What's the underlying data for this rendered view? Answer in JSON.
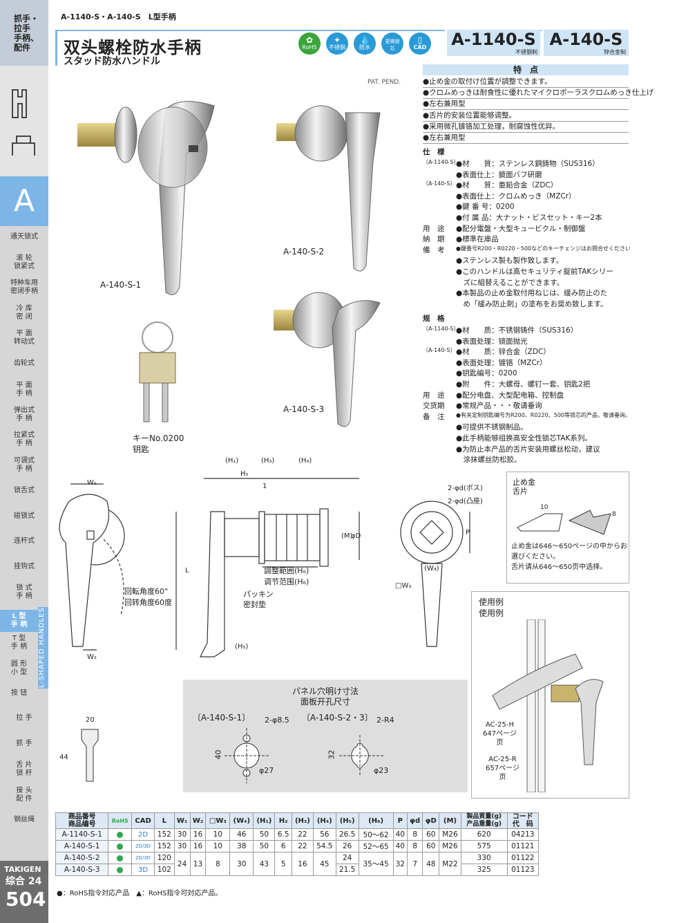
{
  "sidebar": {
    "top_cat": "抓手・拉手\n手柄、配件",
    "letter": "A",
    "items": [
      "通天锁式",
      "滚 轮\n锁紧式",
      "特种车用\n密闭手柄",
      "冷 库\n密 闭",
      "平 面\n转动式",
      "齿轮式",
      "平 面\n手 柄",
      "弹出式\n手 柄",
      "拉紧式\n手 柄",
      "可调式\n手 柄",
      "锁舌式",
      "碰锁式",
      "连杆式",
      "挂钩式",
      "锁 式\n手 柄",
      "L 型\n手 柄",
      "T 型\n手 柄",
      "圆 形\n小 型",
      "按 钮",
      "拉 手",
      "抓 手",
      "舌 片\n锁 杆",
      "接 头\n配 件",
      "钢丝绳"
    ],
    "vertical": "L-SHAPED HANDLES",
    "brand": "TAKIGEN",
    "catalog": "综合 24",
    "page": "504"
  },
  "header": {
    "breadcrumb": "A-1140-S・A-140-S　L型手柄",
    "title": "双头螺栓防水手柄",
    "subtitle": "スタッド防水ハンドル",
    "badges": [
      "RoHS",
      "不锈钢",
      "防水",
      "更换锁芯",
      "CAD"
    ],
    "models": [
      {
        "code": "A-1140-S",
        "material": "不锈钢制"
      },
      {
        "code": "A-140-S",
        "material": "锌合金制"
      }
    ]
  },
  "pat": "PAT. PEND.",
  "features": {
    "heading": "特　点",
    "items": [
      "●止め金の取付け位置が調整できます。",
      "●クロムめっきは耐食性に優れたマイクロポーラスクロムめっき仕上げ",
      "●左右兼用型",
      "●舌片的安装位置能够调整。",
      "●采用微孔镀铬加工处理，耐腐蚀性优异。",
      "●左右兼用型"
    ]
  },
  "specs_jp": {
    "heading": "仕　様",
    "lines": [
      [
        "〔A-1140-S〕",
        "●材　　質：ステンレス鋼鋳物（SUS316）"
      ],
      [
        "",
        "●表面仕上：鏡面バフ研磨"
      ],
      [
        "〔A-140-S〕",
        "●材　　質：亜鉛合金（ZDC）"
      ],
      [
        "",
        "●表面仕上：クロムめっき（MZCr）"
      ],
      [
        "",
        "●鍵 番 号：0200"
      ],
      [
        "",
        "●付 属 品：大ナット・ビスセット・キー2本"
      ],
      [
        "用　途",
        "●配分電盤・大型キュービクル・制御盤"
      ],
      [
        "納　期",
        "●標準在庫品"
      ],
      [
        "備　考",
        "●鍵番号R200・R0220・500などのキーチェンジはお問合せください。"
      ],
      [
        "",
        "●ステンレス製も製作致します。"
      ],
      [
        "",
        "●このハンドルは高セキュリティ錠前TAKシリー"
      ],
      [
        "",
        "　ズに組替えることができます。"
      ],
      [
        "",
        "●本製品の止め金取付用ねじは、緩み防止のた"
      ],
      [
        "",
        "　め「緩み防止剤」の塗布をお奨め致します。"
      ]
    ]
  },
  "specs_cn": {
    "heading": "规　格",
    "lines": [
      [
        "〔A-1140-S〕",
        "●材　　质：不锈钢铸件（SUS316）"
      ],
      [
        "",
        "●表面处理：镜面抛光"
      ],
      [
        "〔A-140-S〕",
        "●材　　质：锌合金（ZDC）"
      ],
      [
        "",
        "●表面处理：镀铬（MZCr）"
      ],
      [
        "",
        "●钥匙编号：0200"
      ],
      [
        "",
        "●附　　件：大螺母、螺钉一套、钥匙2把"
      ],
      [
        "用　途",
        "●配分电盘、大型配电箱、控制盘"
      ],
      [
        "交货期",
        "●常规产品・・・敬请垂询"
      ],
      [
        "备　注",
        "●有关定制钥匙编号为R200、R0220、500等锁芯的产品，敬请垂询。"
      ],
      [
        "",
        "●可提供不锈钢制品。"
      ],
      [
        "",
        "●此手柄能够组换高安全性锁芯TAK系列。"
      ],
      [
        "",
        "●为防止本产品的舌片安装用螺丝松动，建议"
      ],
      [
        "",
        "　涂抹螺丝防松胶。"
      ]
    ]
  },
  "photos": {
    "s1": "A-140-S-1",
    "s2": "A-140-S-2",
    "s3": "A-140-S-3",
    "key_jp": "キーNo.0200",
    "key_cn": "钥匙"
  },
  "drawing": {
    "w1": "W₁",
    "w2": "W₂",
    "rot_jp": "回転角度60°",
    "rot_cn": "回转角度60度",
    "h1": "(H₁)",
    "h2": "H₂",
    "h3": "(H₃)",
    "h4": "(H₄)",
    "h5": "(H₅)",
    "one": "1",
    "L": "L",
    "M": "(M)",
    "D": "φD",
    "adj_jp": "調整範囲(H₆)",
    "adj_cn": "调节范围(H₆)",
    "pk_jp": "パッキン",
    "pk_cn": "密封垫",
    "boss_jp": "2-φd(ボス)",
    "boss_cn": "2-φd(凸座)",
    "P": "P",
    "W4": "(W₄)",
    "W3": "□W₃",
    "w20": "20",
    "h44": "44"
  },
  "stopper": {
    "title_jp": "止め金",
    "title_cn": "舌片",
    "d10": "10",
    "d8": "8",
    "note_jp": "止め金は646～650ページの中からお選びください。",
    "note_cn": "舌片请从646～650页中选择。"
  },
  "usage": {
    "title_jp": "使用例",
    "title_cn": "使用例",
    "ref1": "AC-25-H\n647ページ\n页",
    "ref2": "AC-25-R\n657ページ\n页"
  },
  "panel": {
    "title_jp": "パネル穴明け寸法",
    "title_cn": "面板开孔尺寸",
    "left": "〔A-140-S-1〕",
    "right": "〔A-140-S-2・3〕",
    "l_holes": "2-φ8.5",
    "l_dia": "φ27",
    "l_h": "40",
    "r_r": "2-R4",
    "r_dia": "φ23",
    "r_h": "32"
  },
  "table": {
    "headers": [
      "商品番号\n商品编号",
      "RoHS",
      "CAD",
      "L",
      "W₁",
      "W₂",
      "□W₃",
      "(W₄)",
      "(H₁)",
      "H₂",
      "(H₃)",
      "(H₄)",
      "(H₅)",
      "(H₆)",
      "P",
      "φd",
      "φD",
      "(M)",
      "製品質量(g)\n产品重量(g)",
      "コード\n代　码"
    ],
    "rows": [
      [
        "A-1140-S-1",
        "●",
        "2D",
        "152",
        "30",
        "16",
        "10",
        "46",
        "50",
        "6.5",
        "22",
        "56",
        "26.5",
        "50～62",
        "40",
        "8",
        "60",
        "M26",
        "620",
        "04213"
      ],
      [
        "A-140-S-1",
        "●",
        "2D/3D",
        "152",
        "30",
        "16",
        "10",
        "38",
        "50",
        "6",
        "22",
        "54.5",
        "26",
        "52～65",
        "40",
        "8",
        "60",
        "M26",
        "575",
        "01121"
      ],
      [
        "A-140-S-2",
        "●",
        "2D/3D",
        "120",
        "24",
        "13",
        "8",
        "30",
        "43",
        "5",
        "16",
        "45",
        "24",
        "35～45",
        "32",
        "7",
        "48",
        "M22",
        "330",
        "01122"
      ],
      [
        "A-140-S-3",
        "●",
        "3D",
        "102",
        "",
        "",
        "",
        "",
        "",
        "",
        "",
        "",
        "21.5",
        "",
        "",
        "",
        "",
        "",
        "325",
        "01123"
      ]
    ],
    "footnote": "●：RoHS指令対応产品　▲：RoHS指令可対応产品。"
  }
}
